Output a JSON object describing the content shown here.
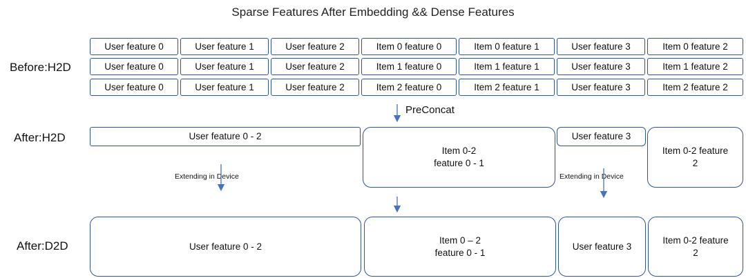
{
  "title": "Sparse Features After Embedding && Dense Features",
  "labels": {
    "before_h2d": "Before:H2D",
    "after_h2d": "After:H2D",
    "after_d2d": "After:D2D"
  },
  "grid": [
    [
      "User feature 0",
      "User feature 1",
      "User feature 2",
      "Item 0 feature 0",
      "Item 0 feature 1",
      "User feature 3",
      "Item 0 feature 2"
    ],
    [
      "User feature 0",
      "User feature 1",
      "User feature 2",
      "Item 1 feature 0",
      "Item 1 feature 1",
      "User feature 3",
      "Item 1 feature 2"
    ],
    [
      "User feature 0",
      "User feature 1",
      "User feature 2",
      "Item 2 feature 0",
      "Item 2 feature 1",
      "User feature 3",
      "Item 2 feature 2"
    ]
  ],
  "preconcat": "PreConcat",
  "after_h2d": {
    "user_0_2": "User feature 0 - 2",
    "item_block": "Item 0-2\nfeature 0 - 1",
    "user_3": "User feature 3",
    "item_f2": "Item 0-2 feature\n2"
  },
  "extend_left": "Extending in Device",
  "extend_right": "Extending in Device",
  "after_d2d": {
    "user_0_2": "User feature 0 - 2",
    "item_block": "Item 0 – 2\nfeature 0 - 1",
    "user_3": "User feature 3",
    "item_f2": "Item 0-2 feature\n2"
  }
}
